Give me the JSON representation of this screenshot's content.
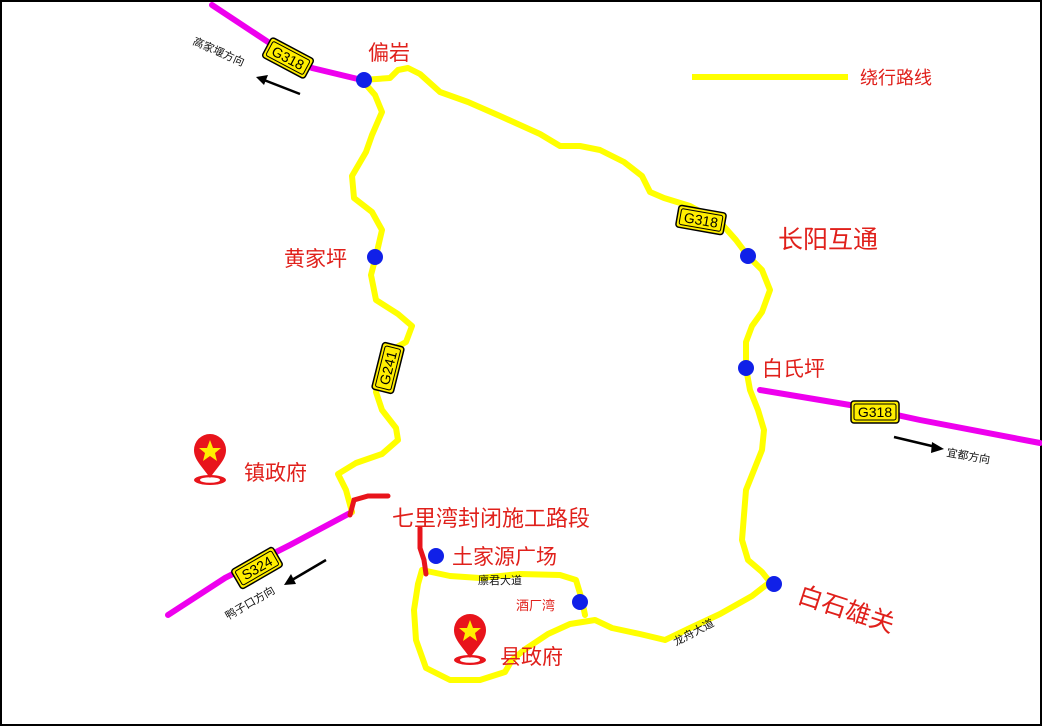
{
  "legend": {
    "line_label": "绕行路线"
  },
  "colors": {
    "detour": "#ffff00",
    "national_road": "#ee00ee",
    "closure": "#e8141b",
    "node": "#1020e8",
    "label": "#e0201b",
    "shield_fill": "#ffee00"
  },
  "shields": {
    "g318_a": "G318",
    "g318_b": "G318",
    "g318_c": "G318",
    "g241": "G241",
    "s324": "S324"
  },
  "places": {
    "pianyan": "偏岩",
    "huangjiaping": "黄家坪",
    "changyang": "长阳互通",
    "baishiping": "白氏坪",
    "baishixiongguan": "白石雄关",
    "zhenzhengfu": "镇政府",
    "closure": "七里湾封闭施工路段",
    "tujiayuan": "土家源广场",
    "jiuchangwan": "酒厂湾",
    "xianzhengfu": "县政府"
  },
  "streets": {
    "linjun": "廪君大道",
    "longzhou": "龙舟大道"
  },
  "directions": {
    "gaojiayan": "高家堰方向",
    "yidu": "宜都方向",
    "yazikou": "鸭子口方向"
  },
  "icons": {
    "node": "blue-dot",
    "government": "red-star-map-pin",
    "arrow": "black-arrow"
  }
}
